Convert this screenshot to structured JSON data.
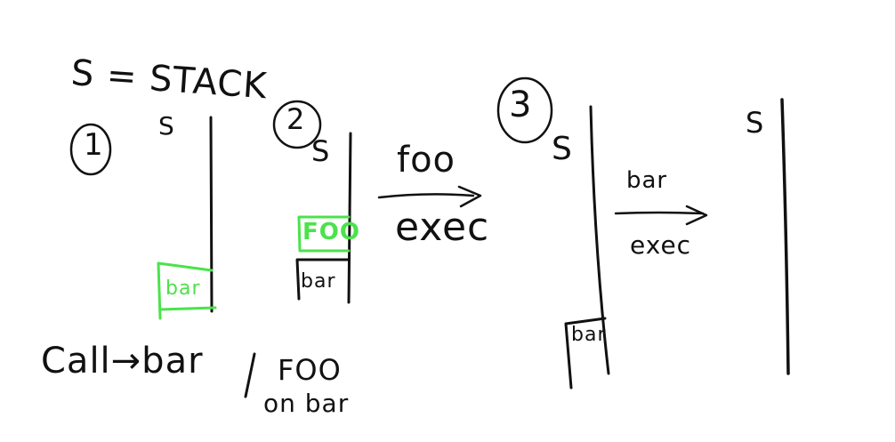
{
  "diagram": {
    "legend": "S = STACK",
    "panels": [
      {
        "number": "1",
        "stack_label": "S",
        "frames": [
          "bar"
        ],
        "highlight": [
          "bar"
        ]
      },
      {
        "number": "2",
        "stack_label": "S",
        "frames": [
          "FOO",
          "bar"
        ],
        "highlight": [
          "FOO"
        ]
      },
      {
        "number": "3",
        "stack_label": "S",
        "frames": [
          "bar"
        ],
        "highlight": []
      },
      {
        "number": "",
        "stack_label": "S",
        "frames": [],
        "highlight": []
      }
    ],
    "transitions": [
      {
        "from": "2",
        "to": "3",
        "top": "foo",
        "bottom": "exec"
      },
      {
        "from": "3",
        "to": "4",
        "top": "bar",
        "bottom": "exec"
      }
    ],
    "notes": {
      "call": "Call→bar",
      "foo": "FOO",
      "on_bar": "on bar"
    },
    "colors": {
      "ink": "#111111",
      "highlight": "#4ae34a",
      "background": "#ffffff"
    }
  }
}
